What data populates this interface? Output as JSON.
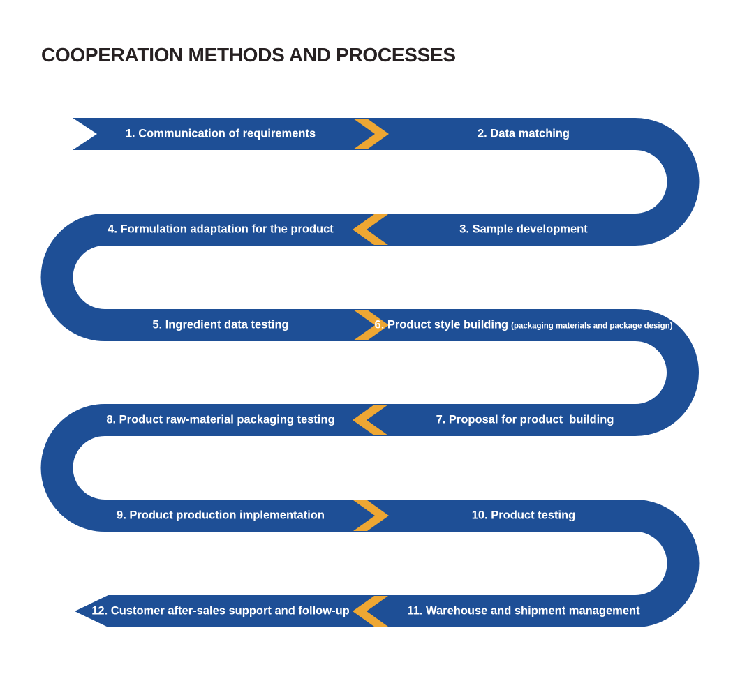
{
  "title": "COOPERATION METHODS AND PROCESSES",
  "colors": {
    "ribbon_blue": "#1e4f96",
    "chevron_yellow": "#eea733",
    "title_dark": "#272122",
    "text_white": "#ffffff"
  },
  "steps": [
    {
      "id": 1,
      "label": "1. Communication of requirements"
    },
    {
      "id": 2,
      "label": "2. Data matching"
    },
    {
      "id": 3,
      "label": "3. Sample development"
    },
    {
      "id": 4,
      "label": "4. Formulation adaptation for the product"
    },
    {
      "id": 5,
      "label": "5. Ingredient data testing"
    },
    {
      "id": 6,
      "label": "6. Product style building",
      "note": "(packaging materials and package design)"
    },
    {
      "id": 7,
      "label": "7. Proposal for product  building"
    },
    {
      "id": 8,
      "label": "8. Product raw-material packaging testing"
    },
    {
      "id": 9,
      "label": "9. Product production implementation"
    },
    {
      "id": 10,
      "label": "10. Product testing"
    },
    {
      "id": 11,
      "label": "11. Warehouse and shipment management"
    },
    {
      "id": 12,
      "label": "12. Customer after-sales support and follow-up"
    }
  ],
  "arrows": [
    {
      "between": [
        1,
        2
      ],
      "direction": "right"
    },
    {
      "between": [
        3,
        4
      ],
      "direction": "left"
    },
    {
      "between": [
        5,
        6
      ],
      "direction": "right"
    },
    {
      "between": [
        7,
        8
      ],
      "direction": "left"
    },
    {
      "between": [
        9,
        10
      ],
      "direction": "right"
    },
    {
      "between": [
        11,
        12
      ],
      "direction": "left"
    }
  ]
}
